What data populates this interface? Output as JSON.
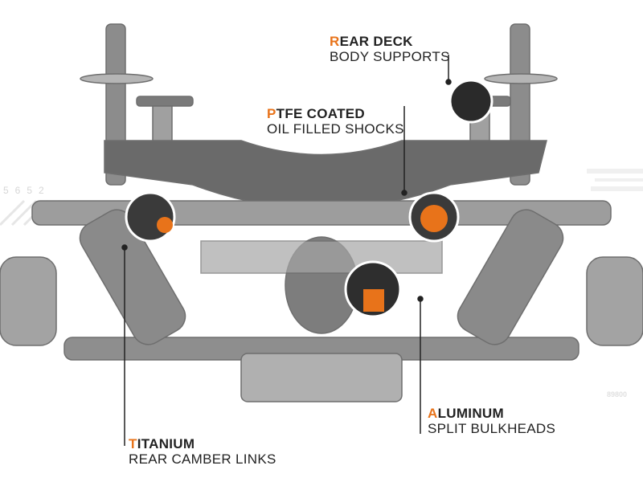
{
  "callouts": {
    "rear_deck": {
      "first": "R",
      "title_rest": "EAR DECK",
      "subtitle": "BODY SUPPORTS"
    },
    "ptfe": {
      "first": "P",
      "title_rest": "TFE COATED",
      "subtitle": "OIL FILLED SHOCKS"
    },
    "titanium": {
      "first": "T",
      "title_rest": "ITANIUM",
      "subtitle": "REAR CAMBER LINKS"
    },
    "aluminum": {
      "first": "A",
      "title_rest": "LUMINUM",
      "subtitle": "SPLIT BULKHEADS"
    }
  },
  "background_text": {
    "left_number": "5652",
    "right_number": "89800"
  },
  "colors": {
    "accent": "#e8731a",
    "chassis": "#8a8a8a",
    "text": "#222222"
  }
}
